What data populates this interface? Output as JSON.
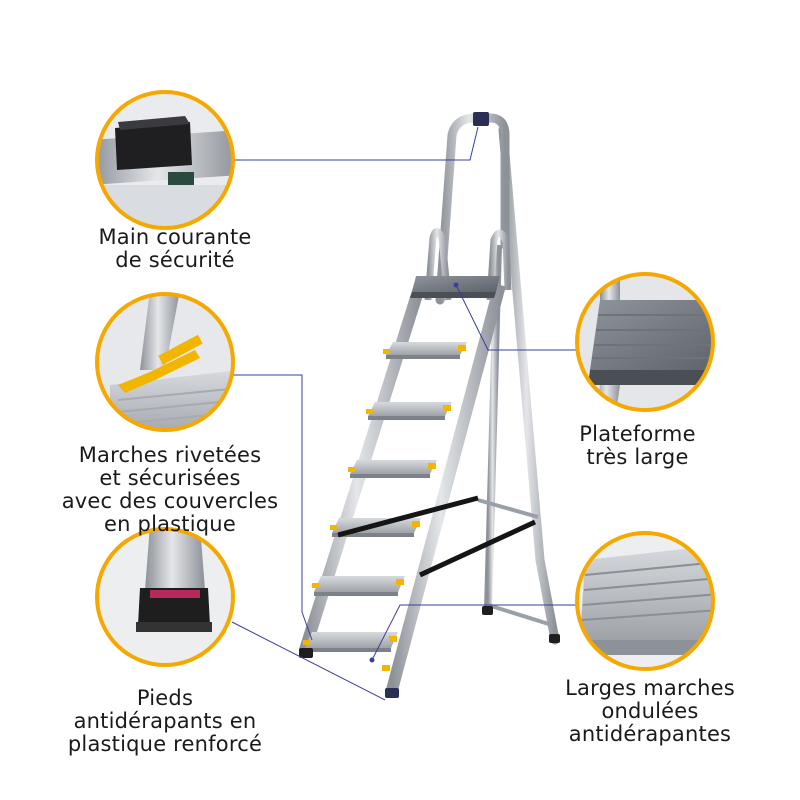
{
  "annotations": {
    "handrail": {
      "lines": [
        "Main courante",
        "de sécurité"
      ]
    },
    "riveted_steps": {
      "lines": [
        "Marches rivetées",
        "et sécurisées",
        "avec des couvercles",
        "en plastique"
      ]
    },
    "feet": {
      "lines": [
        "Pieds",
        "antidérapants en",
        "plastique renforcé"
      ]
    },
    "platform": {
      "lines": [
        "Plateforme",
        "très large"
      ]
    },
    "wide_steps": {
      "lines": [
        "Larges marches",
        "ondulées",
        "antidérapantes"
      ]
    }
  },
  "colors": {
    "circle_ring": "#f5a800",
    "leader_line": "#3a3f9e",
    "aluminium": "#b8bcc2",
    "aluminium_dark": "#7f848b",
    "plastic_yellow": "#f2b600",
    "plastic_black": "#1e1e1e"
  }
}
